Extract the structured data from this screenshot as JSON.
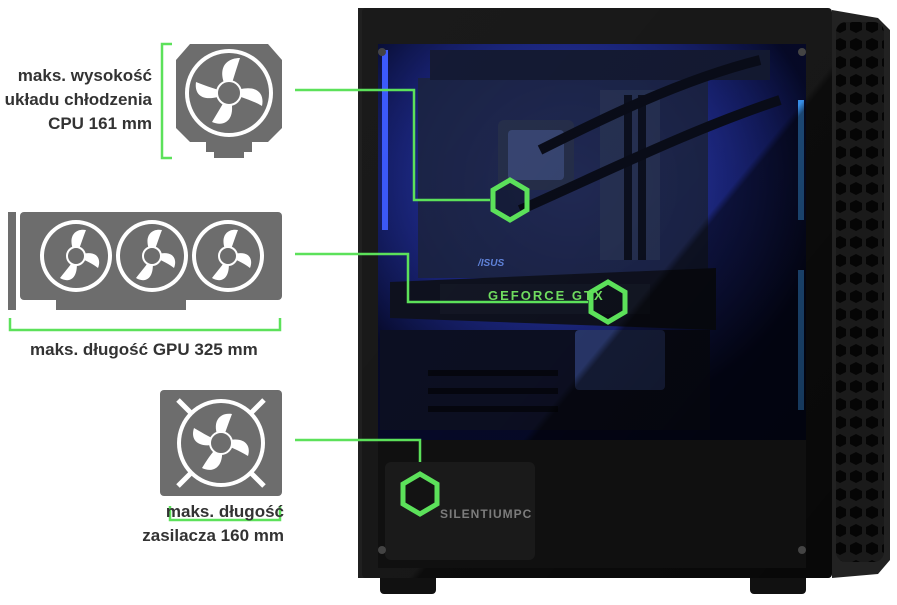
{
  "labels": {
    "cpu": [
      "maks. wysokość",
      "układu chłodzenia",
      "CPU 161 mm"
    ],
    "gpu": "maks. długość GPU 325 mm",
    "psu": [
      "maks. długość",
      "zasilacza 160 mm"
    ]
  },
  "case_text": {
    "brand": "SILENTIUMPC",
    "gpu": "GEFORCE GTX",
    "motherboard": "/ISUS"
  },
  "colors": {
    "accent_green": "#5ce15a",
    "icon_gray": "#6d6d6d",
    "case_black": "#151515",
    "glass_blue": "#2b3dd8",
    "label_text": "#333333"
  },
  "icons": [
    "cpu-cooler-icon",
    "gpu-icon",
    "psu-icon",
    "hexagon-marker-icon"
  ]
}
